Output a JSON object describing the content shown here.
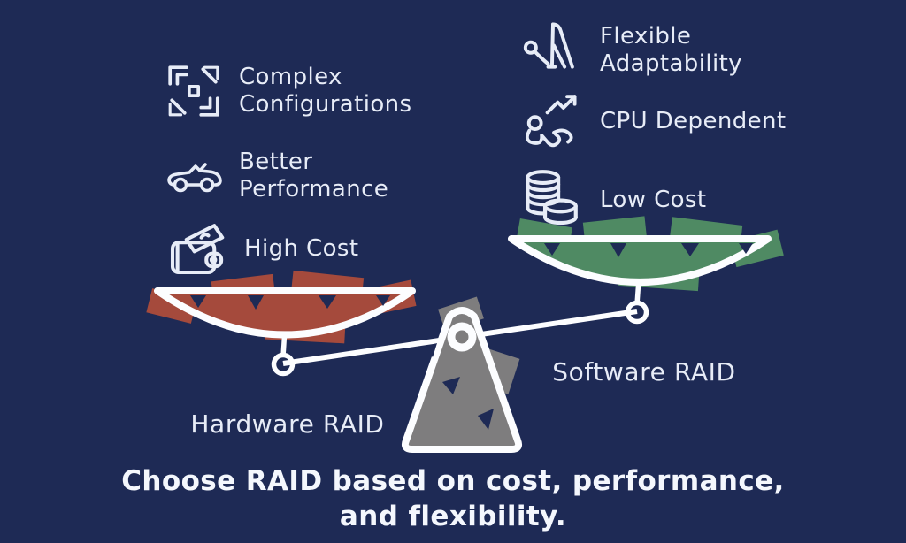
{
  "caption": "Choose RAID based on cost, performance,\nand flexibility.",
  "scale": {
    "left_label": "Hardware RAID",
    "right_label": "Software RAID"
  },
  "features": {
    "left": [
      {
        "label": "Complex\nConfigurations",
        "icon": "chip-maze-icon"
      },
      {
        "label": "Better\nPerformance",
        "icon": "sports-car-icon"
      },
      {
        "label": "High Cost",
        "icon": "wallet-money-icon"
      }
    ],
    "right": [
      {
        "label": "Flexible\nAdaptability",
        "icon": "stretching-person-icon"
      },
      {
        "label": "CPU Dependent",
        "icon": "effort-growth-arrow-icon"
      },
      {
        "label": "Low Cost",
        "icon": "coin-stacks-icon"
      }
    ]
  },
  "colors": {
    "background": "#1e2a55",
    "pan_hardware": "#a54a3c",
    "pan_software": "#4f8a63",
    "fulcrum": "#7e7d7e",
    "outline": "#fcfdff",
    "text": "#e7ecf7",
    "caption_text": "#f4f7fd"
  }
}
